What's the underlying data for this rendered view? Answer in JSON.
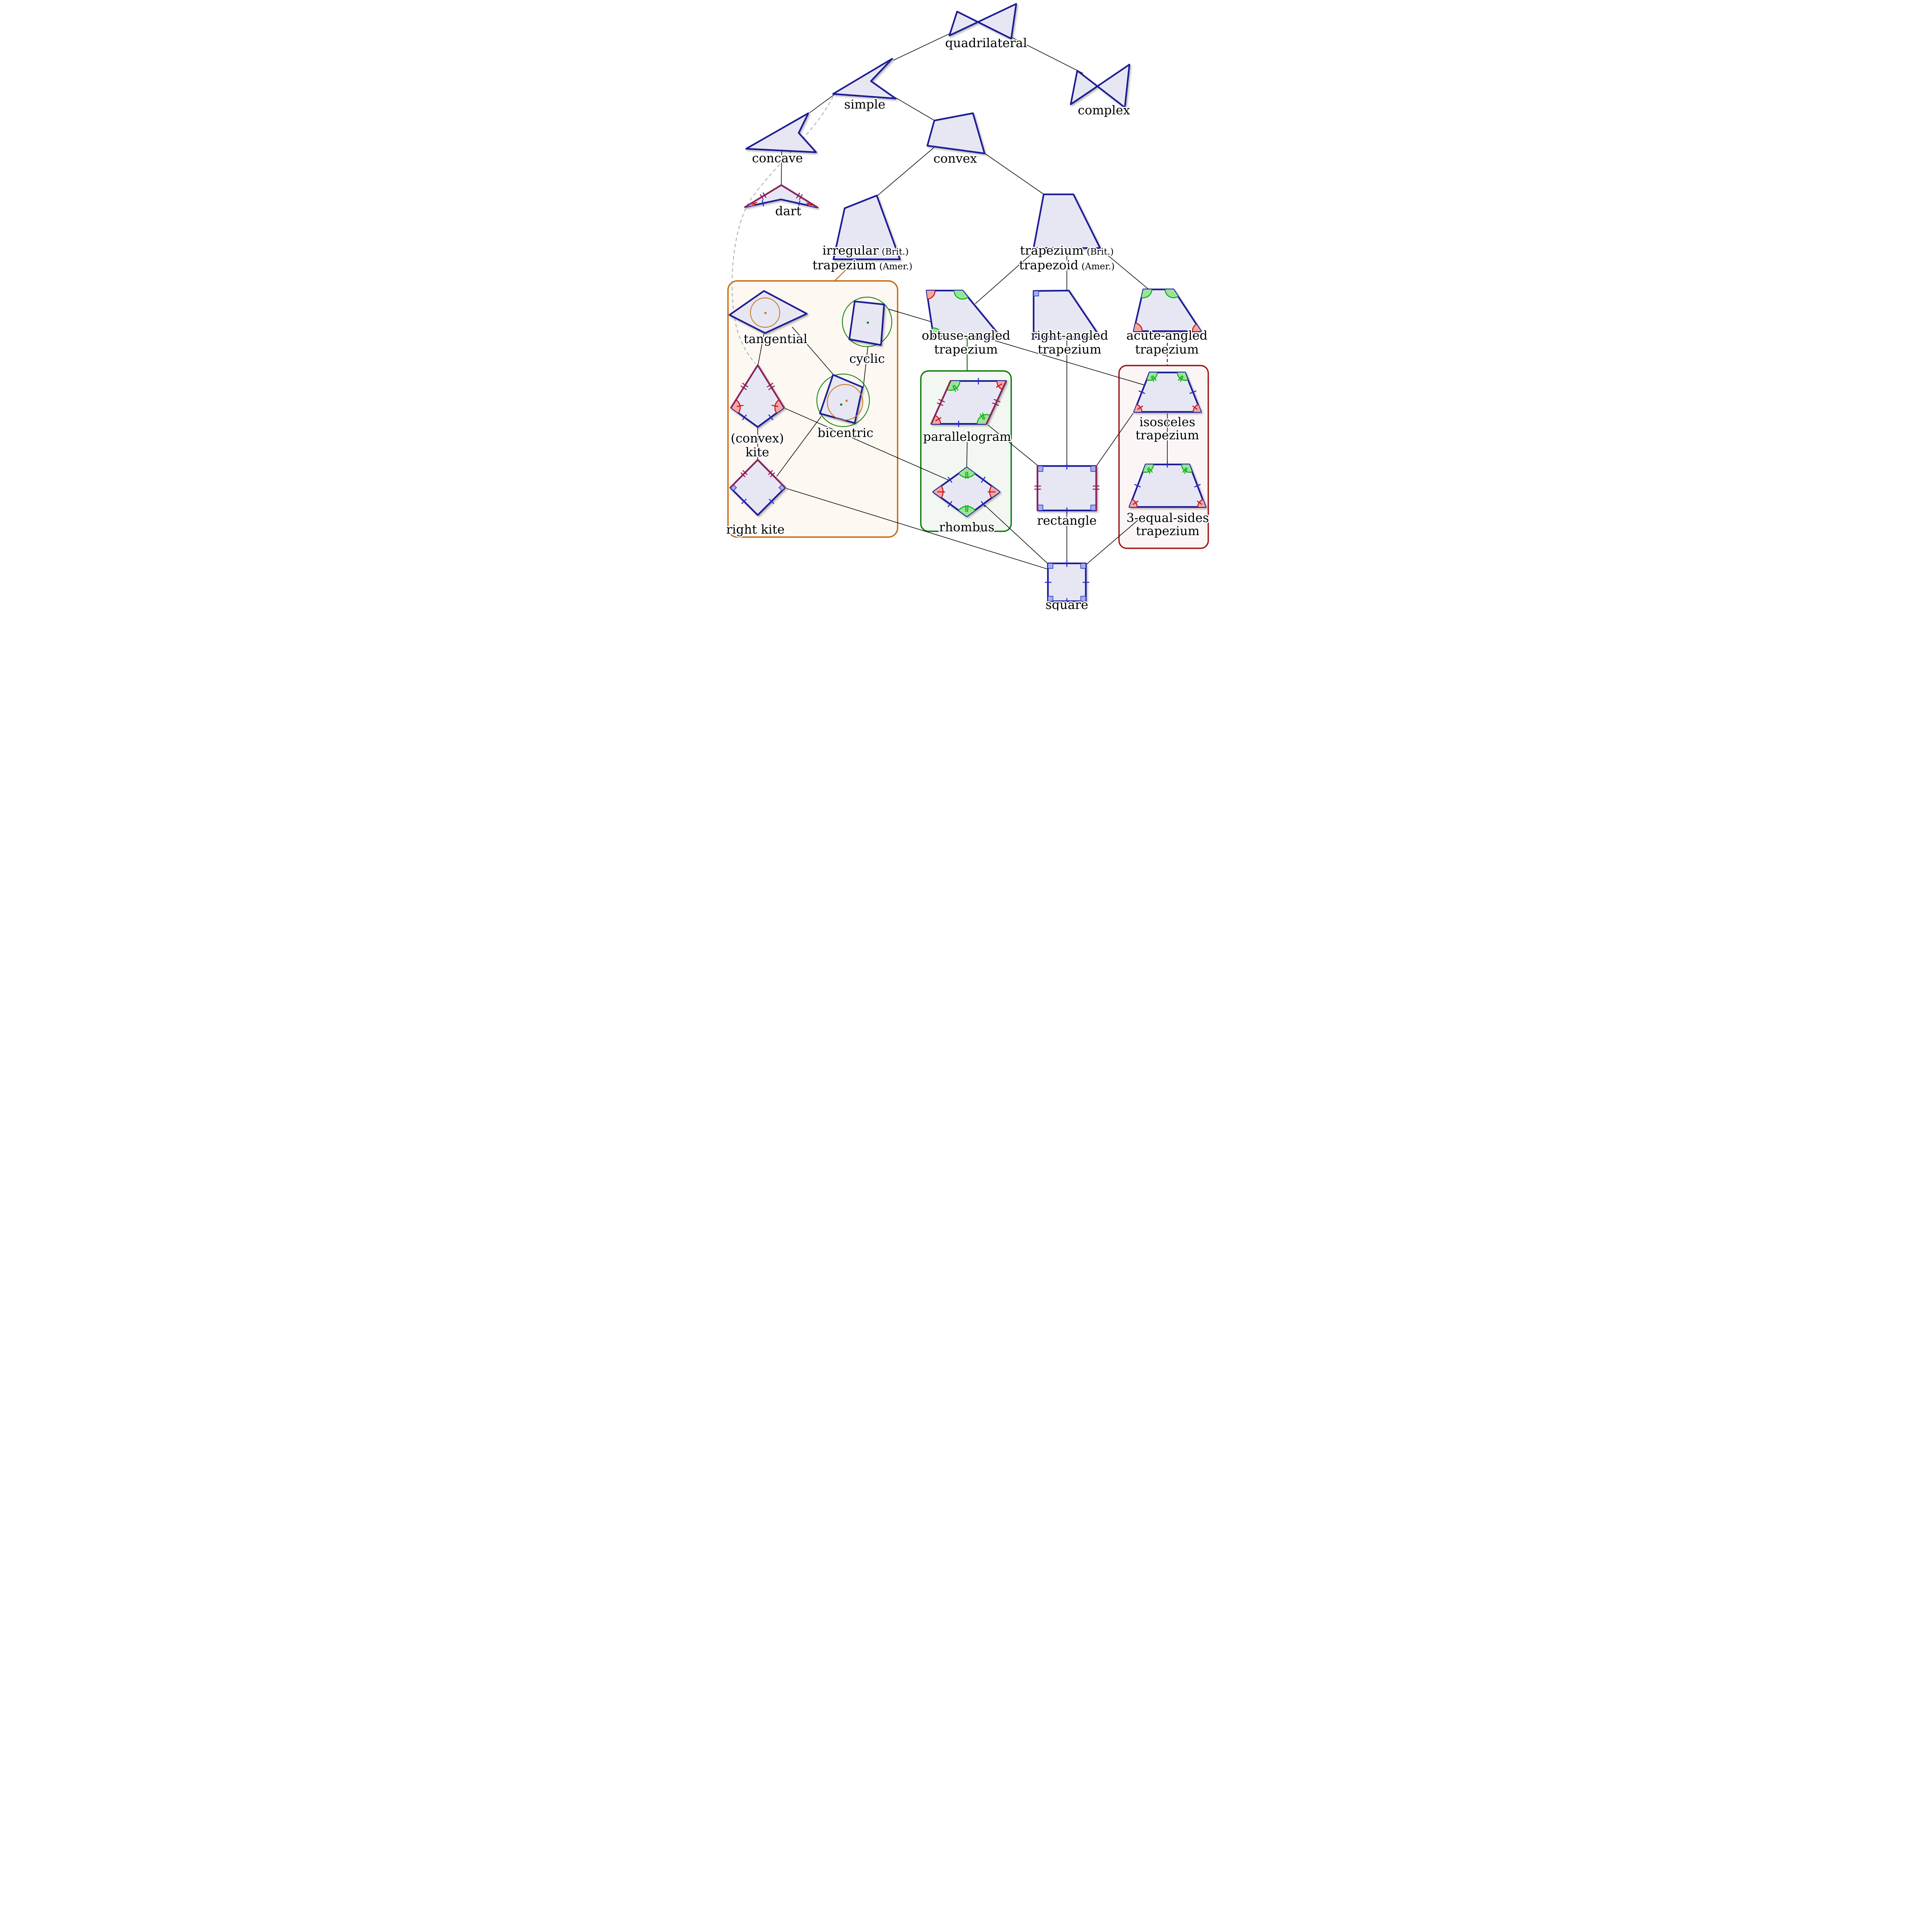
{
  "nodes": {
    "quadrilateral": {
      "label": "quadrilateral"
    },
    "simple": {
      "label": "simple"
    },
    "complex": {
      "label": "complex"
    },
    "concave": {
      "label": "concave"
    },
    "convex": {
      "label": "convex"
    },
    "dart": {
      "label": "dart"
    },
    "irregular": {
      "line1_main": "irregular",
      "line1_note": "(Brit.)",
      "line2_main": "trapezium",
      "line2_note": "(Amer.)"
    },
    "trapezium_node": {
      "line1_main": "trapezium",
      "line1_note": "(Brit.)",
      "line2_main": "trapezoid",
      "line2_note": "(Amer.)"
    },
    "tangential": {
      "label": "tangential"
    },
    "cyclic": {
      "label": "cyclic"
    },
    "obtuse": {
      "line1": "obtuse-angled",
      "line2": "trapezium"
    },
    "right_angled": {
      "line1": "right-angled",
      "line2": "trapezium"
    },
    "acute": {
      "line1": "acute-angled",
      "line2": "trapezium"
    },
    "kite": {
      "line1": "(convex)",
      "line2": "kite"
    },
    "bicentric": {
      "label": "bicentric"
    },
    "parallelogram": {
      "label": "parallelogram"
    },
    "isosceles": {
      "line1": "isosceles",
      "line2": "trapezium"
    },
    "right_kite": {
      "label": "right kite"
    },
    "rhombus": {
      "label": "rhombus"
    },
    "rectangle": {
      "label": "rectangle"
    },
    "three_equal": {
      "line1": "3-equal-sides",
      "line2": "trapezium"
    },
    "square": {
      "label": "square"
    }
  },
  "colors": {
    "shape_stroke": "#1c1c96",
    "shape_fill": "#e7e7f4",
    "kite_edge_maroon": "#8e2158",
    "tick_blue": "#2228dd",
    "angle_red": "#cc1111",
    "angle_red_fill": "#f2a8a8",
    "angle_green": "#09b409",
    "angle_green_fill": "#9ae49a",
    "right_angle_fill": "#a9b0ea",
    "incircle_orange": "#c97a1e",
    "circumcircle_green": "#158515",
    "box_orange": "#c8680f",
    "box_green": "#0a7a0a",
    "box_red": "#9e1414",
    "connector": "#111111",
    "dashed_gray": "#9aa3b5"
  }
}
